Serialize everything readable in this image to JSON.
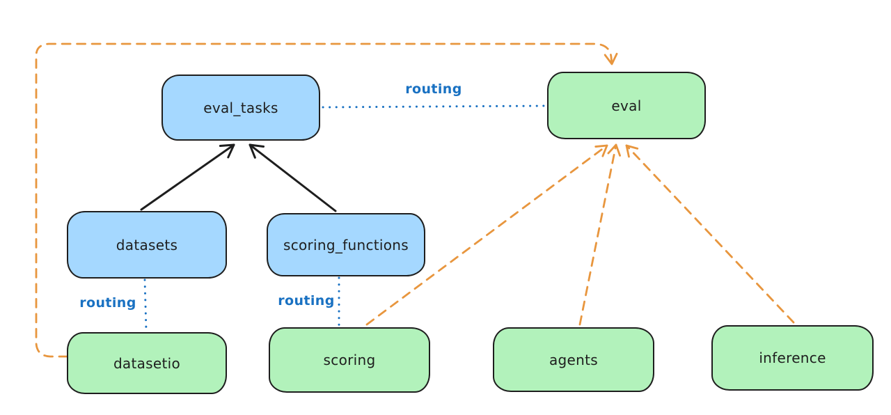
{
  "nodes": {
    "eval_tasks": {
      "label": "eval_tasks",
      "fill": "#a5d8ff",
      "kind": "api"
    },
    "eval": {
      "label": "eval",
      "fill": "#b2f2bb",
      "kind": "provider"
    },
    "datasets": {
      "label": "datasets",
      "fill": "#a5d8ff",
      "kind": "api"
    },
    "scoring_functions": {
      "label": "scoring_functions",
      "fill": "#a5d8ff",
      "kind": "api"
    },
    "datasetio": {
      "label": "datasetio",
      "fill": "#b2f2bb",
      "kind": "provider"
    },
    "scoring": {
      "label": "scoring",
      "fill": "#b2f2bb",
      "kind": "provider"
    },
    "agents": {
      "label": "agents",
      "fill": "#b2f2bb",
      "kind": "provider"
    },
    "inference": {
      "label": "inference",
      "fill": "#b2f2bb",
      "kind": "provider"
    }
  },
  "edges": {
    "solid": [
      {
        "from": "datasets",
        "to": "eval_tasks",
        "style": "solid-arrow",
        "color": "#1e1e1e"
      },
      {
        "from": "scoring_functions",
        "to": "eval_tasks",
        "style": "solid-arrow",
        "color": "#1e1e1e"
      }
    ],
    "routing": [
      {
        "from": "eval_tasks",
        "to": "eval",
        "label": "routing",
        "style": "dotted",
        "color": "#1971c2"
      },
      {
        "from": "datasets",
        "to": "datasetio",
        "label": "routing",
        "style": "dotted",
        "color": "#1971c2"
      },
      {
        "from": "scoring_functions",
        "to": "scoring",
        "label": "routing",
        "style": "dotted",
        "color": "#1971c2"
      }
    ],
    "provider": [
      {
        "from": "datasetio",
        "to": "eval",
        "style": "dashed-arrow",
        "color": "#e8963e"
      },
      {
        "from": "scoring",
        "to": "eval",
        "style": "dashed-arrow",
        "color": "#e8963e"
      },
      {
        "from": "agents",
        "to": "eval",
        "style": "dashed-arrow",
        "color": "#e8963e"
      },
      {
        "from": "inference",
        "to": "eval",
        "style": "dashed-arrow",
        "color": "#e8963e"
      }
    ]
  },
  "colors": {
    "api_fill_blue": "#a5d8ff",
    "provider_fill_green": "#b2f2bb",
    "stroke_black": "#1e1e1e",
    "routing_blue": "#1971c2",
    "provider_orange": "#e8963e",
    "background": "#ffffff"
  }
}
